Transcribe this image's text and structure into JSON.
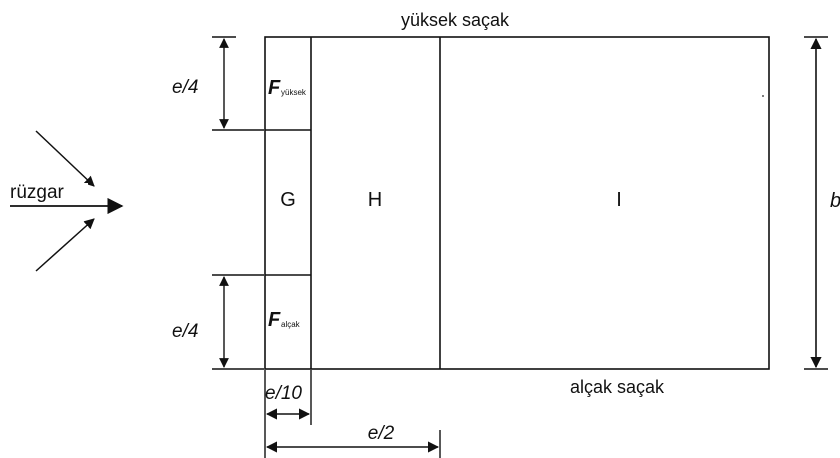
{
  "diagram": {
    "title_top": "yüksek saçak",
    "label_bottom": "alçak saçak",
    "wind_label": "rüzgar",
    "zones": {
      "G": "G",
      "H": "H",
      "I": "I",
      "F_high_main": "F",
      "F_high_sub": "yüksek",
      "F_low_main": "F",
      "F_low_sub": "alçak"
    },
    "dimensions": {
      "top_e4": "e/4",
      "bottom_e4": "e/4",
      "b": "b",
      "e10": "e/10",
      "e2": "e/2"
    }
  }
}
